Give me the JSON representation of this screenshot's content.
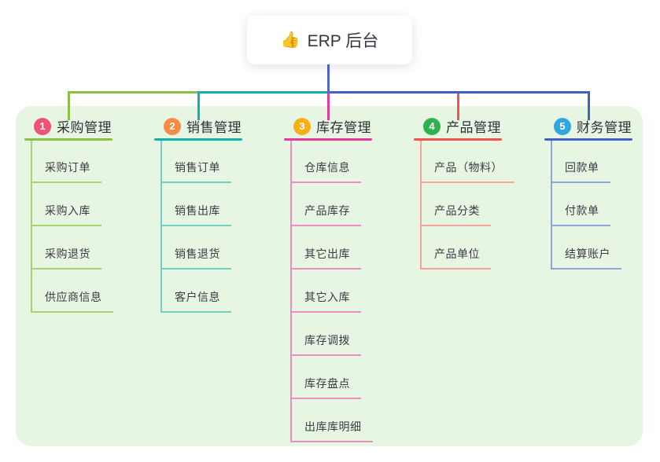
{
  "root": {
    "emoji": "👍",
    "label": "ERP 后台"
  },
  "canvas": {
    "background": "#FFFFFF",
    "panel_background": "#E7F6E3",
    "root_connector_color": "#5565C9"
  },
  "branches": [
    {
      "index": "1",
      "title": "采购管理",
      "badge_color": "#F0507A",
      "line_color": "#8CBF44",
      "child_line_color": "#A9D36E",
      "children": [
        "采购订单",
        "采购入库",
        "采购退货",
        "供应商信息"
      ]
    },
    {
      "index": "2",
      "title": "销售管理",
      "badge_color": "#F98B44",
      "line_color": "#14B1AC",
      "child_line_color": "#74CFC8",
      "children": [
        "销售订单",
        "销售出库",
        "销售退货",
        "客户信息"
      ]
    },
    {
      "index": "3",
      "title": "库存管理",
      "badge_color": "#FBAE17",
      "line_color": "#E23C97",
      "child_line_color": "#F08CC0",
      "children": [
        "仓库信息",
        "产品库存",
        "其它出库",
        "其它入库",
        "库存调拨",
        "库存盘点",
        "出库库明细"
      ]
    },
    {
      "index": "4",
      "title": "产品管理",
      "badge_color": "#2EB150",
      "line_color": "#F0564F",
      "child_line_color": "#F8A29A",
      "children": [
        "产品（物料）",
        "产品分类",
        "产品单位"
      ]
    },
    {
      "index": "5",
      "title": "财务管理",
      "badge_color": "#32A6DE",
      "line_color": "#4062C5",
      "child_line_color": "#8FA6DC",
      "children": [
        "回款单",
        "付款单",
        "结算账户"
      ]
    }
  ]
}
